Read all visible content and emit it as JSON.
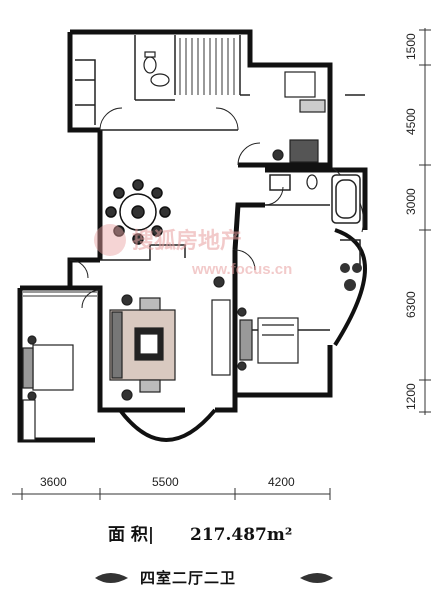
{
  "plan": {
    "area_label": "面 积|",
    "area_value": "217.487m²",
    "layout_type": "四室二厅二卫",
    "watermark": {
      "cn": "搜狐房地产",
      "url": "www.focus.cn"
    },
    "dims_bottom": [
      "3600",
      "5500",
      "4200"
    ],
    "dims_right": [
      "1500",
      "4500",
      "3000",
      "6300",
      "1200"
    ]
  }
}
